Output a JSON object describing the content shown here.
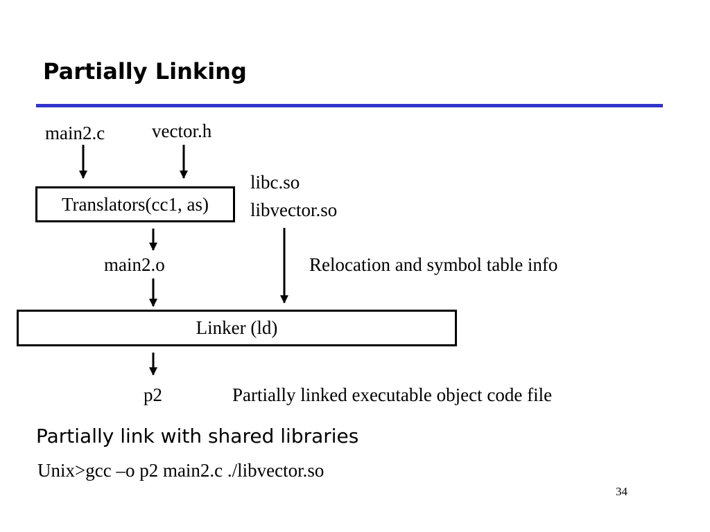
{
  "slide": {
    "title": "Partially Linking",
    "accent_color": "#3333cc",
    "page_number": "34"
  },
  "diagram": {
    "inputs": {
      "source": "main2.c",
      "header": "vector.h"
    },
    "translators_box": "Translators(cc1, as)",
    "libraries": [
      "libc.so",
      "libvector.so"
    ],
    "object_file": "main2.o",
    "libraries_note": "Relocation and symbol table info",
    "linker_box": "Linker (ld)",
    "output": "p2",
    "output_note": "Partially linked executable object code file"
  },
  "footer": {
    "subtitle": "Partially link with shared libraries",
    "command": "Unix>gcc –o p2 main2.c  ./libvector.so"
  }
}
